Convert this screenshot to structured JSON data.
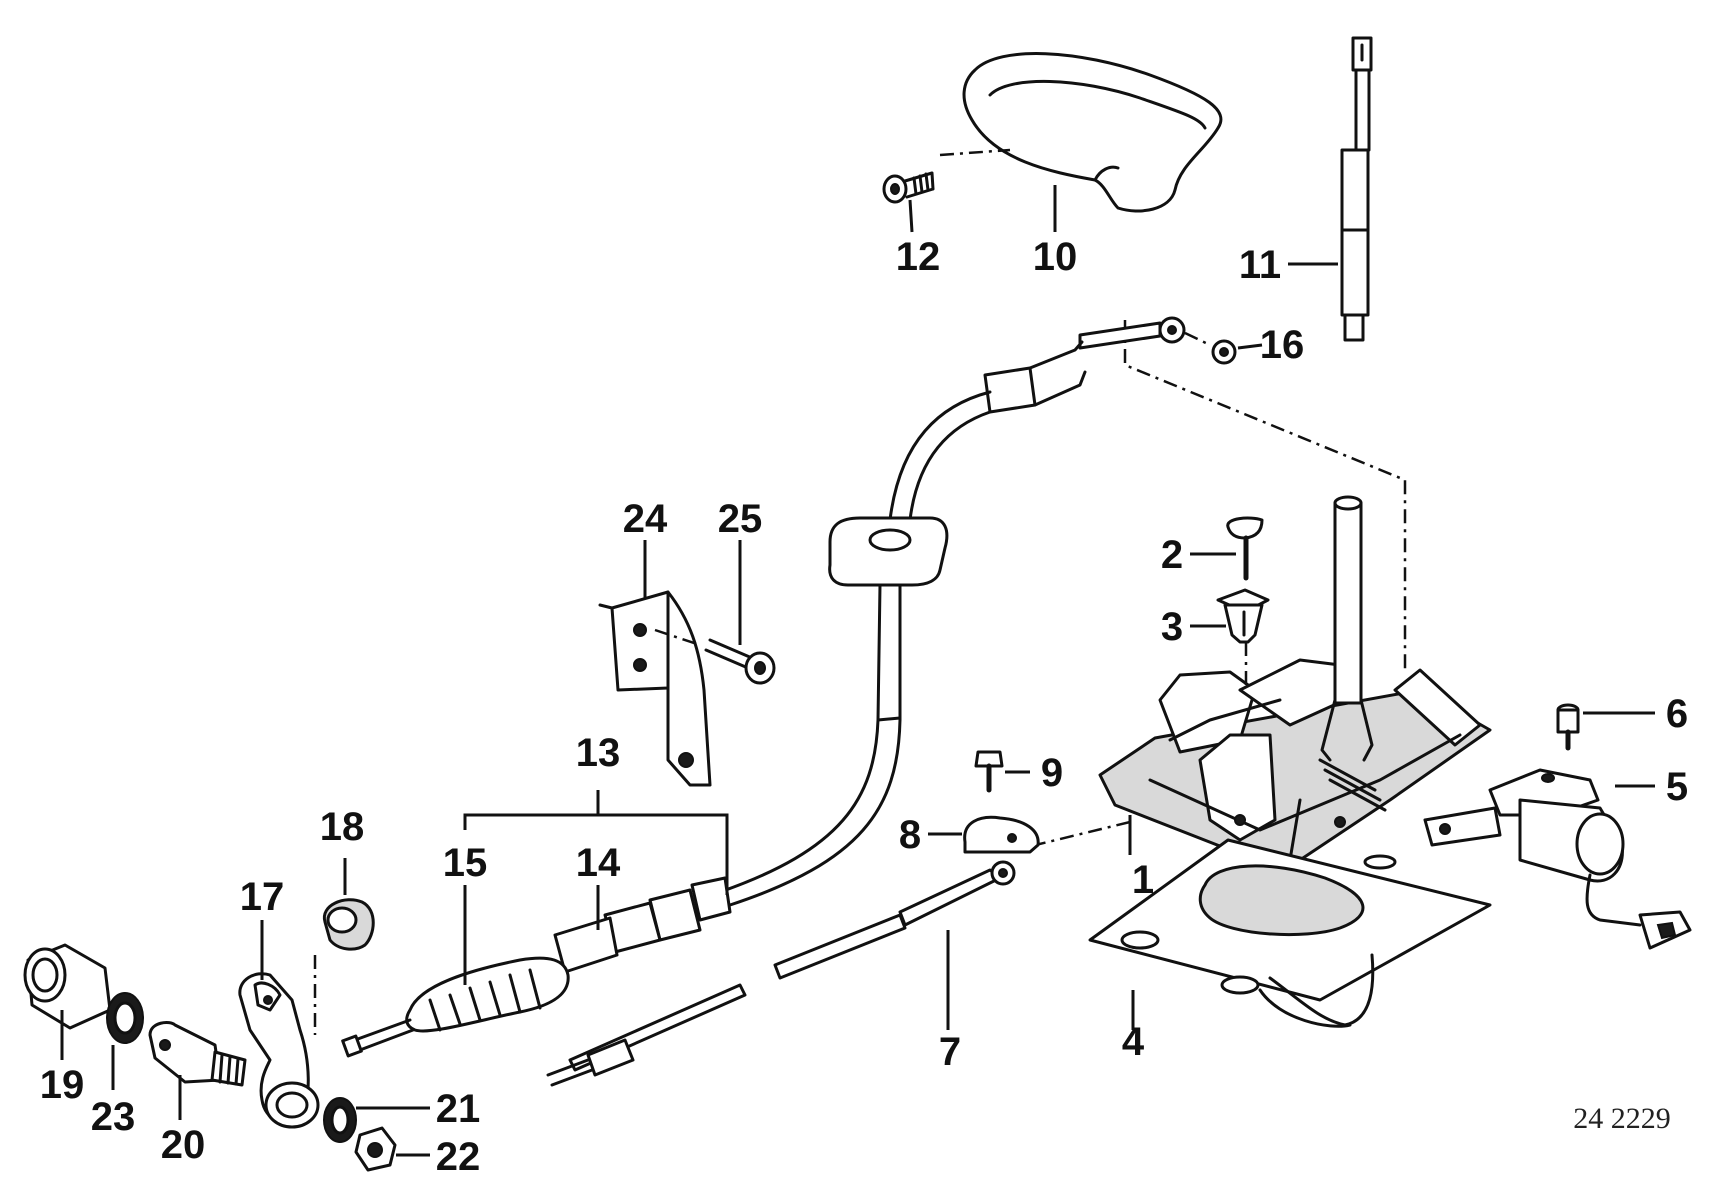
{
  "diagram": {
    "reference_number": "24 2229",
    "parts": [
      {
        "id": "1",
        "label": "1"
      },
      {
        "id": "2",
        "label": "2"
      },
      {
        "id": "3",
        "label": "3"
      },
      {
        "id": "4",
        "label": "4"
      },
      {
        "id": "5",
        "label": "5"
      },
      {
        "id": "6",
        "label": "6"
      },
      {
        "id": "7",
        "label": "7"
      },
      {
        "id": "8",
        "label": "8"
      },
      {
        "id": "9",
        "label": "9"
      },
      {
        "id": "10",
        "label": "10"
      },
      {
        "id": "11",
        "label": "11"
      },
      {
        "id": "12",
        "label": "12"
      },
      {
        "id": "13",
        "label": "13"
      },
      {
        "id": "14",
        "label": "14"
      },
      {
        "id": "15",
        "label": "15"
      },
      {
        "id": "16",
        "label": "16"
      },
      {
        "id": "17",
        "label": "17"
      },
      {
        "id": "18",
        "label": "18"
      },
      {
        "id": "19",
        "label": "19"
      },
      {
        "id": "20",
        "label": "20"
      },
      {
        "id": "21",
        "label": "21"
      },
      {
        "id": "22",
        "label": "22"
      },
      {
        "id": "23",
        "label": "23"
      },
      {
        "id": "24",
        "label": "24"
      },
      {
        "id": "25",
        "label": "25"
      }
    ]
  }
}
